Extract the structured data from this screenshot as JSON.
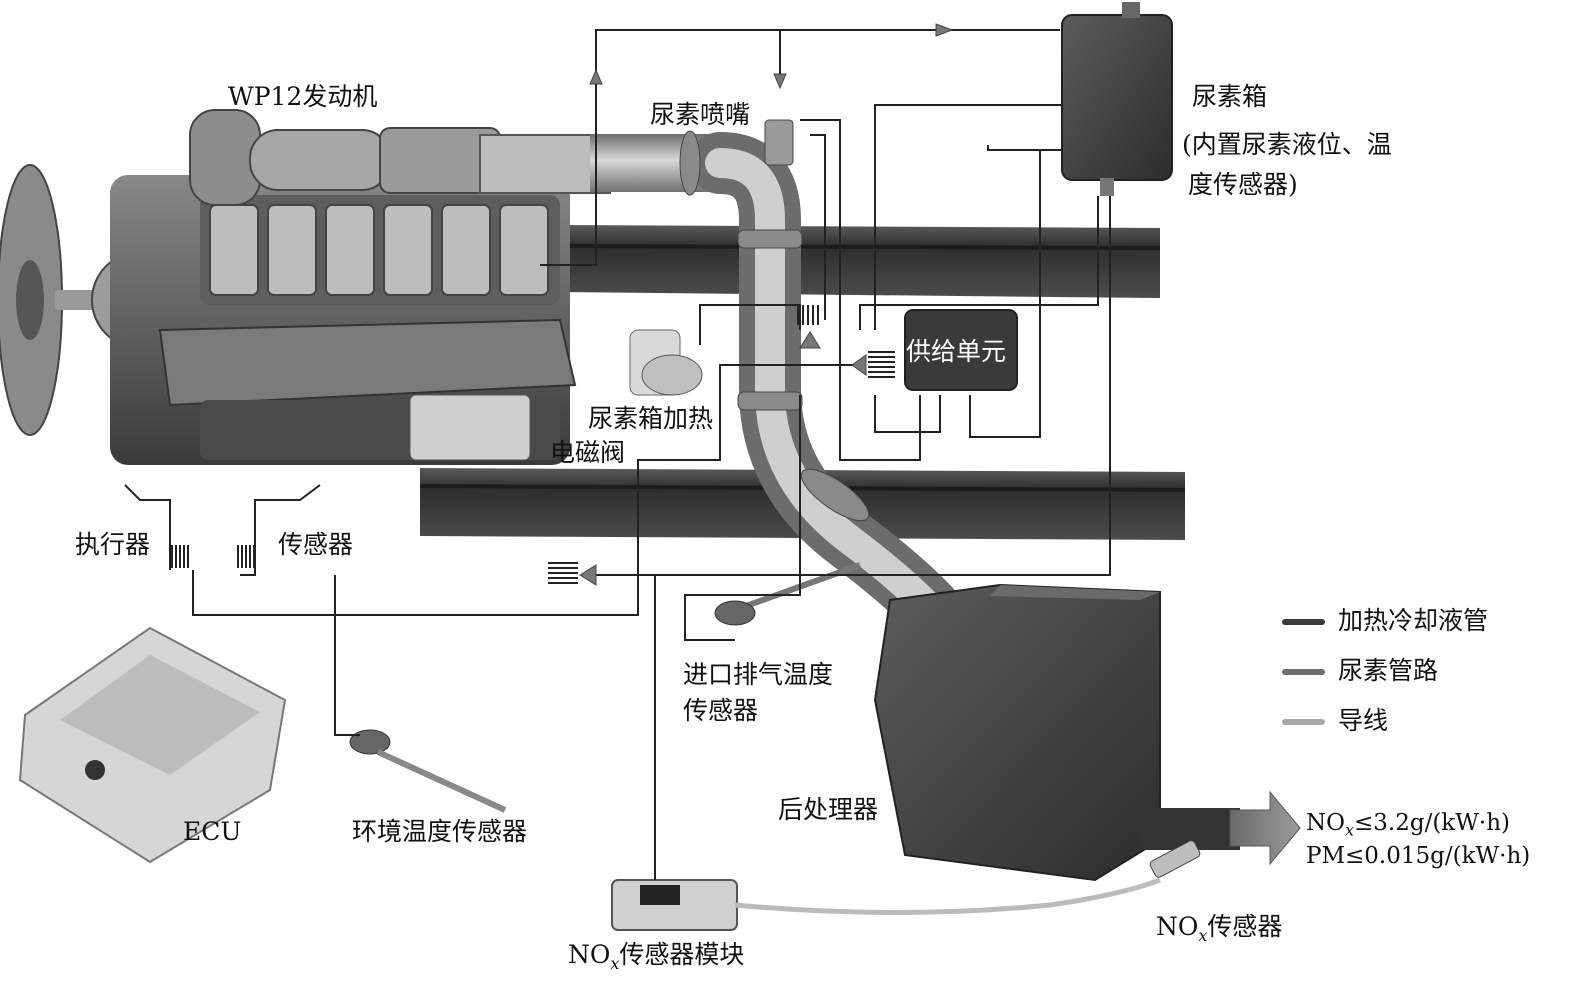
{
  "labels": {
    "engine": "WP12发动机",
    "urea_nozzle": "尿素喷嘴",
    "urea_tank": "尿素箱",
    "urea_tank_note_1": "(内置尿素液位、温",
    "urea_tank_note_2": "度传感器)",
    "supply_unit": "供给单元",
    "heater_valve_1": "尿素箱加热",
    "heater_valve_2": "电磁阀",
    "actuator": "执行器",
    "sensor": "传感器",
    "inlet_temp_sensor_1": "进口排气温度",
    "inlet_temp_sensor_2": "传感器",
    "ecu": "ECU",
    "ambient_temp_sensor": "环境温度传感器",
    "aftertreatment": "后处理器",
    "nox_sensor_module_prefix": "NO",
    "nox_sensor_module_sub": "x",
    "nox_sensor_module_suffix": "传感器模块",
    "nox_sensor_prefix": "NO",
    "nox_sensor_sub": "x",
    "nox_sensor_suffix": "传感器",
    "limit_nox_prefix": "NO",
    "limit_nox_sub": "x",
    "limit_nox_suffix": "≤3.2g/(kW·h)",
    "limit_pm": "PM≤0.015g/(kW·h)"
  },
  "legend": [
    {
      "label": "加热冷却液管",
      "color": "#3a3a3a"
    },
    {
      "label": "尿素管路",
      "color": "#6e6e6e"
    },
    {
      "label": "导线",
      "color": "#a8a8a8"
    }
  ],
  "colors": {
    "line": "#222222",
    "rail": "#3d3d3d",
    "pipe": "#9a9a9a",
    "engine": "#6a6a6a",
    "tank": "#4a4a4a"
  }
}
